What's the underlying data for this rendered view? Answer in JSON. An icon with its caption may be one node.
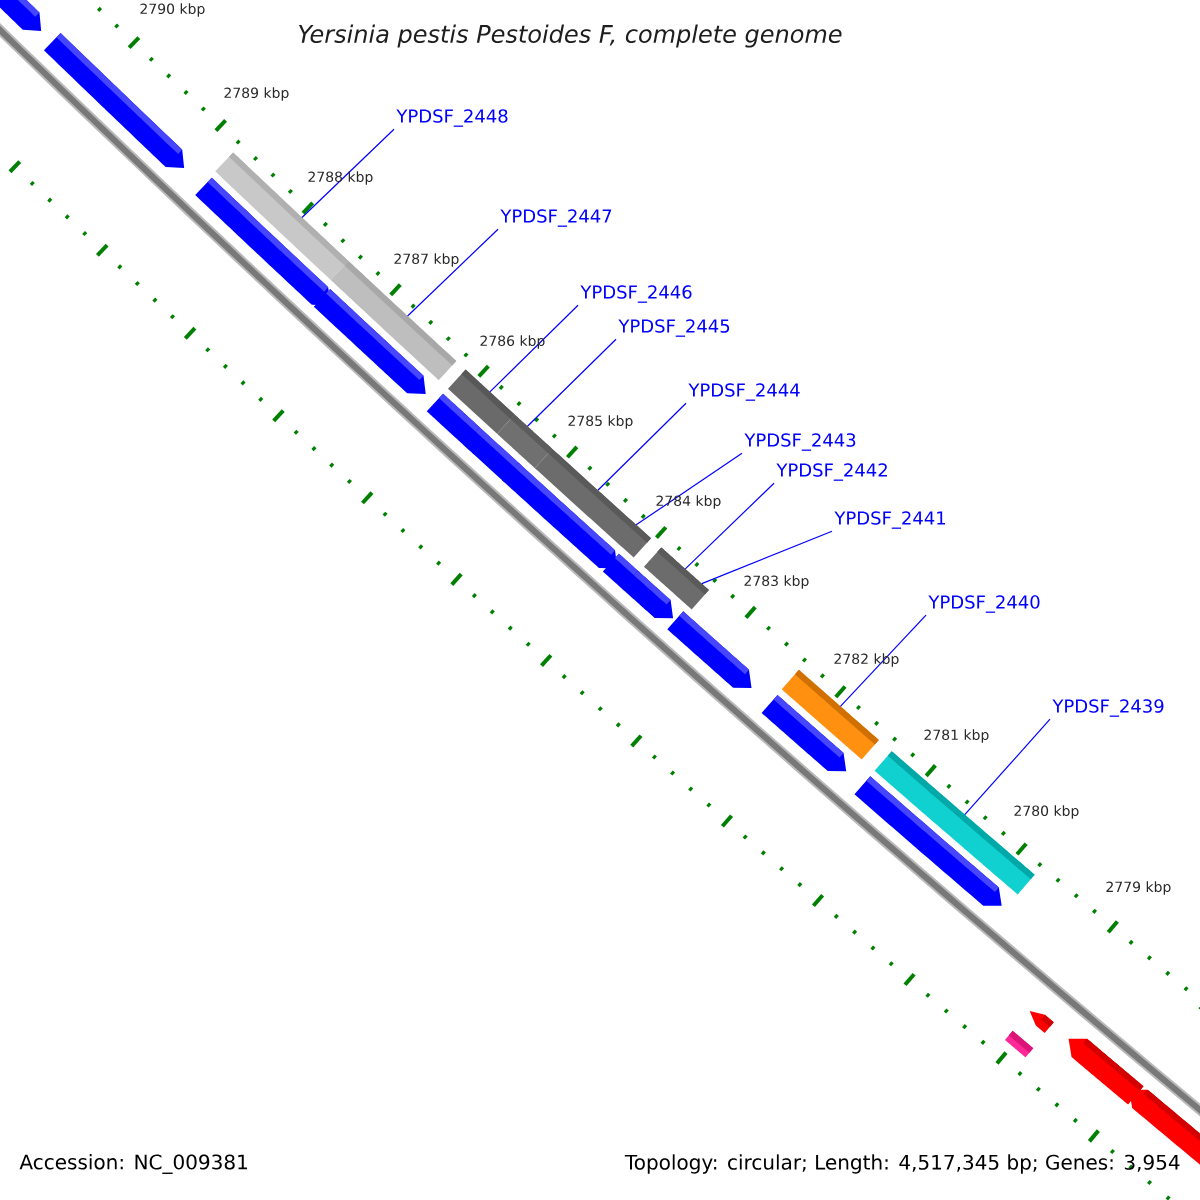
{
  "diagram": {
    "title": "Yersinia pestis Pestoides F, complete genome",
    "nodes": [
      {
        "text": [
          "YPDSF_2448"
        ]
      },
      {
        "text": [
          "YPDSF_2447"
        ]
      },
      {
        "text": [
          "YPDSF_2446"
        ]
      },
      {
        "text": [
          "YPDSF_2445"
        ]
      },
      {
        "text": [
          "YPDSF_2444"
        ]
      },
      {
        "text": [
          "YPDSF_2443"
        ]
      },
      {
        "text": [
          "YPDSF_2442"
        ]
      },
      {
        "text": [
          "YPDSF_2441"
        ]
      },
      {
        "text": [
          "YPDSF_2440"
        ]
      },
      {
        "text": [
          "YPDSF_2439"
        ]
      },
      {
        "text": [],
        "shape": "bar"
      },
      {
        "text": [],
        "shape": "bar"
      },
      {
        "text": [],
        "shape": "bar"
      },
      {
        "text": [],
        "shape": "bar"
      },
      {
        "text": [],
        "shape": "bar"
      },
      {
        "text": [],
        "shape": "bar"
      },
      {
        "text": [],
        "shape": "bar"
      },
      {
        "text": [],
        "shape": "bar"
      }
    ],
    "edges": [
      {
        "from": 0,
        "to": 10,
        "arrow": "none"
      },
      {
        "from": 1,
        "to": 11,
        "arrow": "none"
      },
      {
        "from": 2,
        "to": 12,
        "arrow": "none"
      },
      {
        "from": 3,
        "to": 13,
        "arrow": "none"
      },
      {
        "from": 4,
        "to": 14,
        "arrow": "none"
      },
      {
        "from": 5,
        "to": 14,
        "arrow": "none"
      },
      {
        "from": 6,
        "to": 15,
        "arrow": "none"
      },
      {
        "from": 7,
        "to": 15,
        "arrow": "none"
      },
      {
        "from": 8,
        "to": 16,
        "arrow": "none"
      },
      {
        "from": 9,
        "to": 17,
        "arrow": "none"
      }
    ],
    "labels": [
      "2790 kbp",
      "2789 kbp",
      "2788 kbp",
      "2787 kbp",
      "2786 kbp",
      "2785 kbp",
      "2784 kbp",
      "2783 kbp",
      "2782 kbp",
      "2781 kbp",
      "2780 kbp",
      "2779 kbp",
      "Accession: NC_009381",
      "Topology: circular; Length: 4,517,345 bp; Genes: 3,954"
    ]
  }
}
